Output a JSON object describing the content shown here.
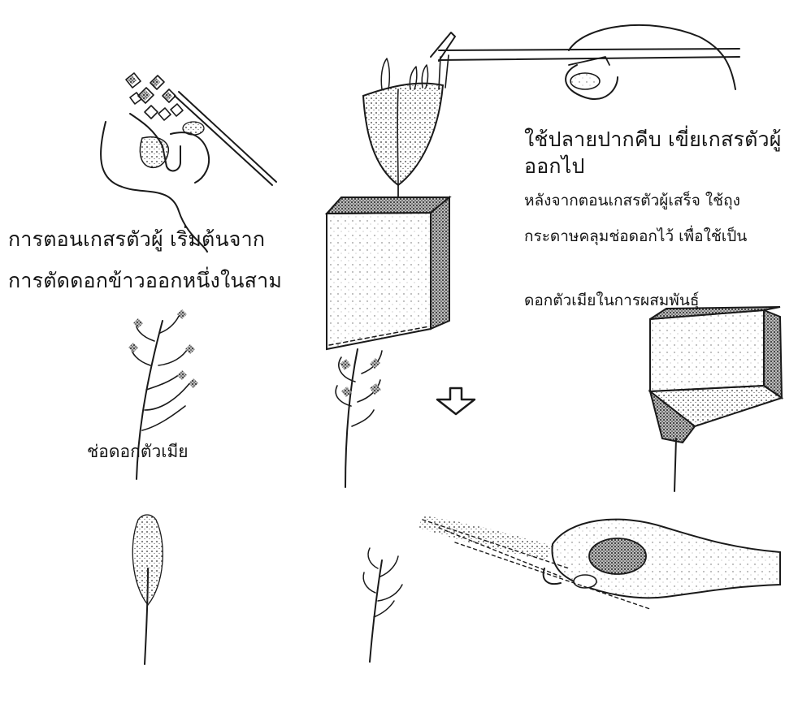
{
  "labels": {
    "step1_line1": "การตอนเกสรตัวผู้ เริ่มต้นจาก",
    "step1_line2": "การตัดดอกข้าวออกหนึ่งในสาม",
    "step2_line1": "ใช้ปลายปากคีบ เขี่ยเกสรตัวผู้",
    "step2_line2": "ออกไป",
    "step3_line1": "หลังจากตอนเกสรตัวผู้เสร็จ ใช้ถุง",
    "step3_line2": "กระดาษคลุมช่อดอกไว้ เพื่อใช้เป็น",
    "step3_line3": "ดอกตัวเมียในการผสมพันธุ์",
    "female_panicle": "ช่อดอกตัวเมีย"
  },
  "colors": {
    "ink": "#1a1a1a",
    "paper": "#ffffff"
  }
}
